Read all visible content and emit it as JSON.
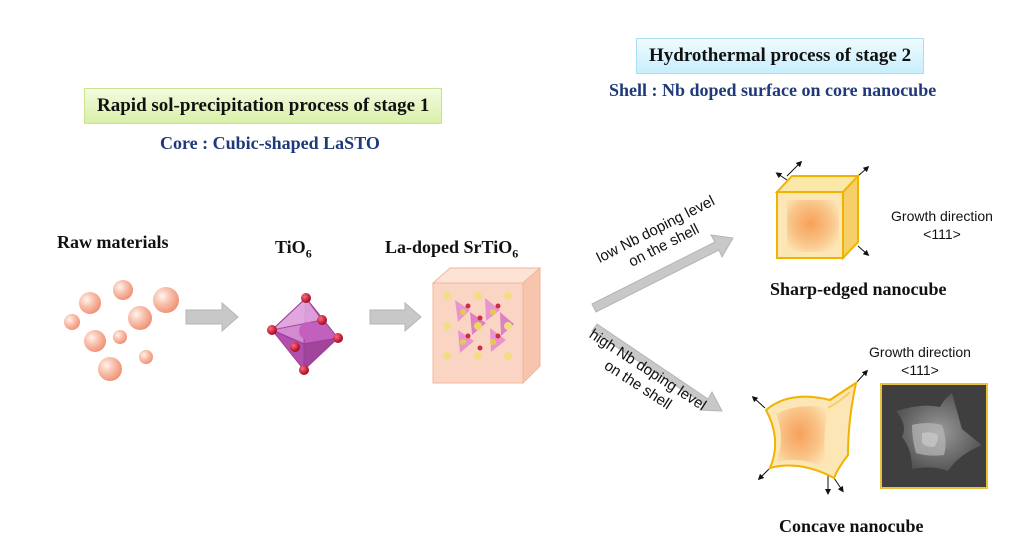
{
  "stage1": {
    "title": "Rapid sol-precipitation process of stage 1",
    "subtitle": "Core : Cubic-shaped LaSTO"
  },
  "stage2": {
    "title": "Hydrothermal process of stage 2",
    "subtitle": "Shell : Nb doped surface on core nanocube"
  },
  "labels": {
    "raw": "Raw materials",
    "tio6_base": "TiO",
    "tio6_sub": "6",
    "lasto_base": "La-doped SrTiO",
    "lasto_sub": "6",
    "sharp": "Sharp-edged nanocube",
    "concave": "Concave nanocube"
  },
  "arrows": {
    "low_line1": "low Nb doping level",
    "low_line2": "on the shell",
    "high_line1": "high Nb doping level",
    "high_line2": "on the shell"
  },
  "growth": {
    "sharp_line1": "Growth direction",
    "sharp_line2": "<111>",
    "concave_line1": "Growth direction",
    "concave_line2": "<111>"
  },
  "colors": {
    "sphere": "#f4a58a",
    "octahedron": "#c45fc0",
    "oxygen": "#c8102e",
    "cube_fill": "#fbd5c4",
    "nanocube_outline": "#f0b400",
    "nanocube_core": "#f59a4a",
    "arrow": "#c8c8c8"
  }
}
